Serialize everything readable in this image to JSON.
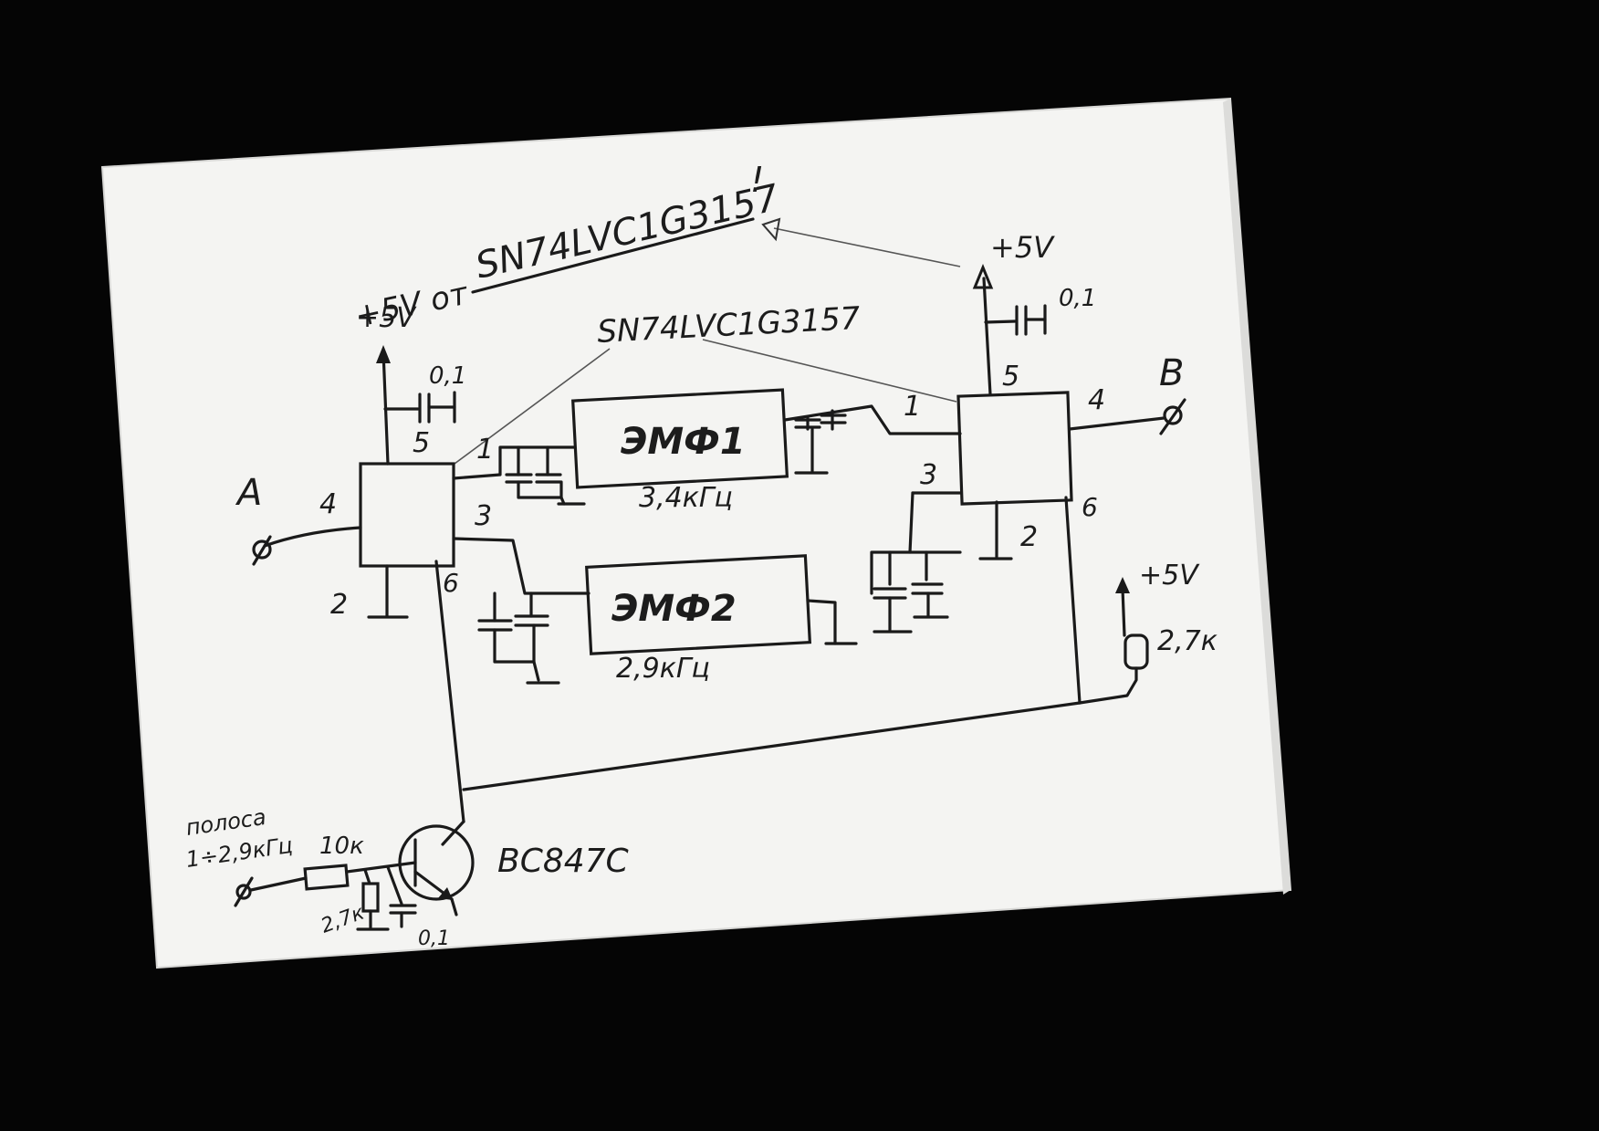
{
  "colors": {
    "background": "#050505",
    "paper": "#f4f4f2",
    "ink": "#1c1c1c"
  },
  "title": {
    "supply_note": "+5V от",
    "chip": "SN74LVC1G3157",
    "exclaim": "!"
  },
  "chip_label": "SN74LVC1G3157",
  "left_chip": {
    "supply": "+5V",
    "cap": "0,1",
    "pins": {
      "p1": "1",
      "p2": "2",
      "p3": "3",
      "p4": "4",
      "p5": "5",
      "p6": "6"
    },
    "terminal": "A"
  },
  "right_chip": {
    "supply": "+5V",
    "cap": "0,1",
    "pins": {
      "p1": "1",
      "p2": "2",
      "p3": "3",
      "p4": "4",
      "p5": "5",
      "p6": "6"
    },
    "terminal": "B"
  },
  "filters": [
    {
      "name": "ЭМФ1",
      "freq": "3,4кГц"
    },
    {
      "name": "ЭМФ2",
      "freq": "2,9кГц"
    }
  ],
  "pullup": {
    "supply": "+5V",
    "resistor": "2,7к"
  },
  "transistor": {
    "part": "BC847C"
  },
  "control_input": {
    "band_line1": "полоса",
    "band_line2": "1÷2,9кГц",
    "r_series": "10к",
    "r_shunt": "2,7к",
    "cap": "0,1"
  }
}
